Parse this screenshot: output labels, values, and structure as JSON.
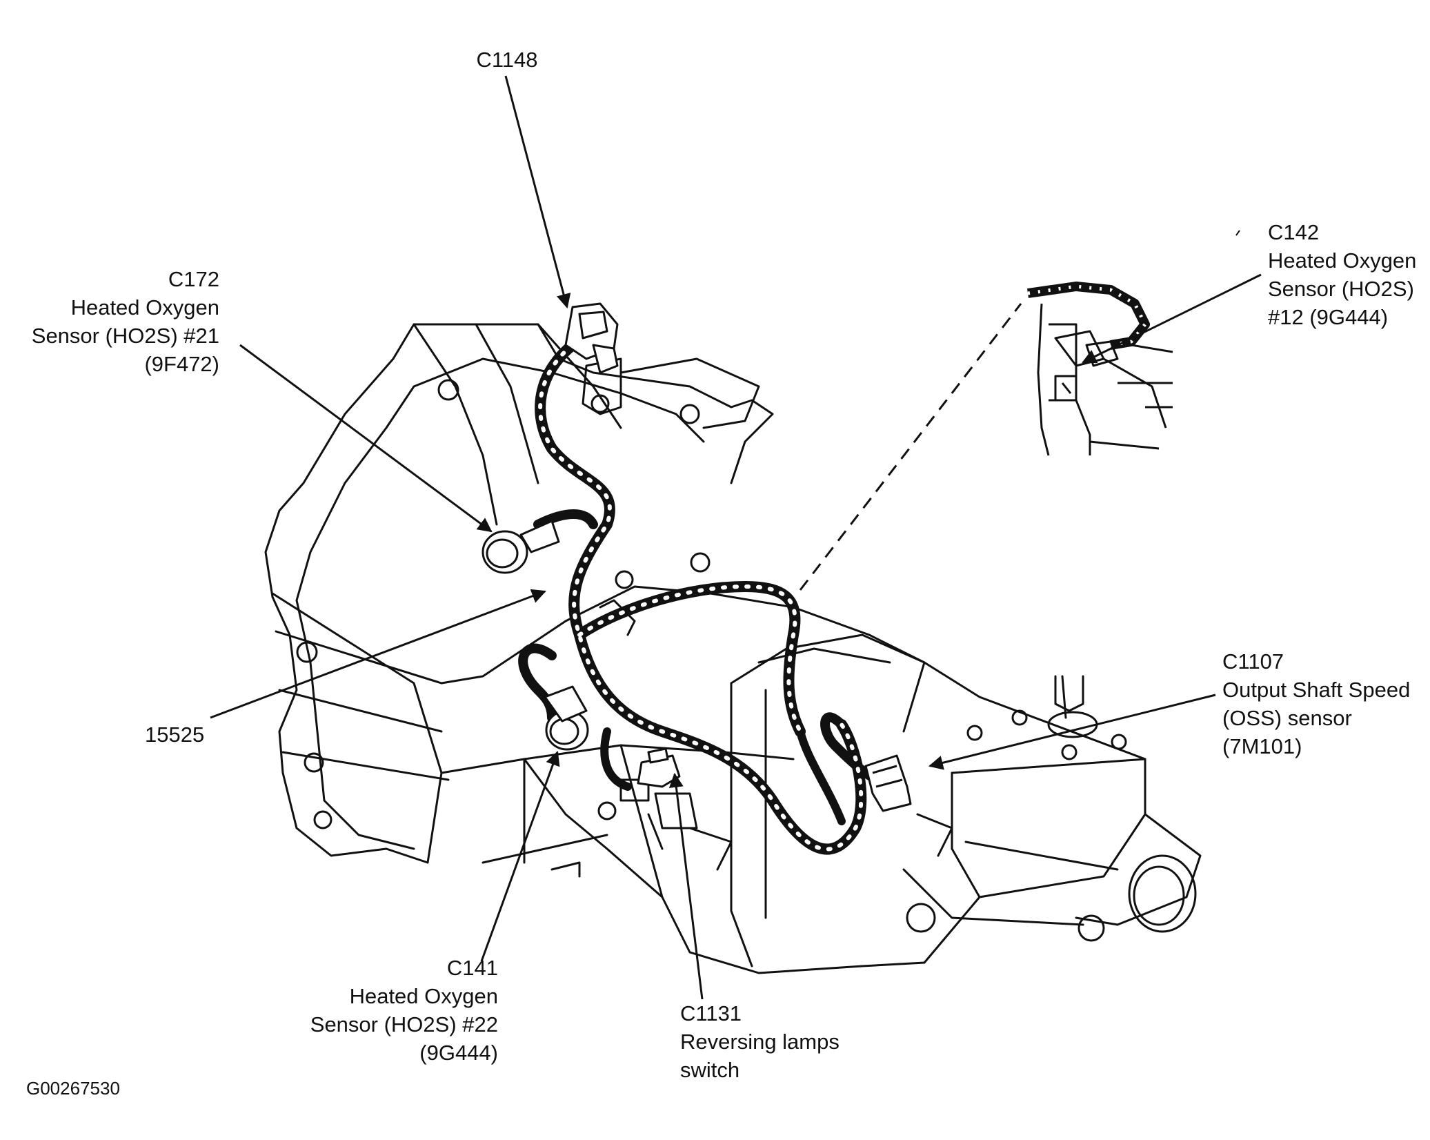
{
  "labels": {
    "c1148": {
      "lines": [
        "C1148"
      ]
    },
    "c172": {
      "lines": [
        "C172",
        "Heated Oxygen",
        "Sensor (HO2S) #21",
        "(9F472)"
      ]
    },
    "c142": {
      "lines": [
        "C142",
        "Heated Oxygen",
        "Sensor (HO2S)",
        "#12 (9G444)"
      ]
    },
    "harness": {
      "lines": [
        "15525"
      ]
    },
    "c1107": {
      "lines": [
        "C1107",
        "Output Shaft Speed",
        "(OSS) sensor",
        "(7M101)"
      ]
    },
    "c141": {
      "lines": [
        "C141",
        "Heated Oxygen",
        "Sensor (HO2S) #22",
        "(9G444)"
      ]
    },
    "c1131": {
      "lines": [
        "C1131",
        "Reversing lamps",
        "switch"
      ]
    }
  },
  "figure_id": "G00267530",
  "colors": {
    "line": "#111111",
    "background": "#ffffff"
  }
}
